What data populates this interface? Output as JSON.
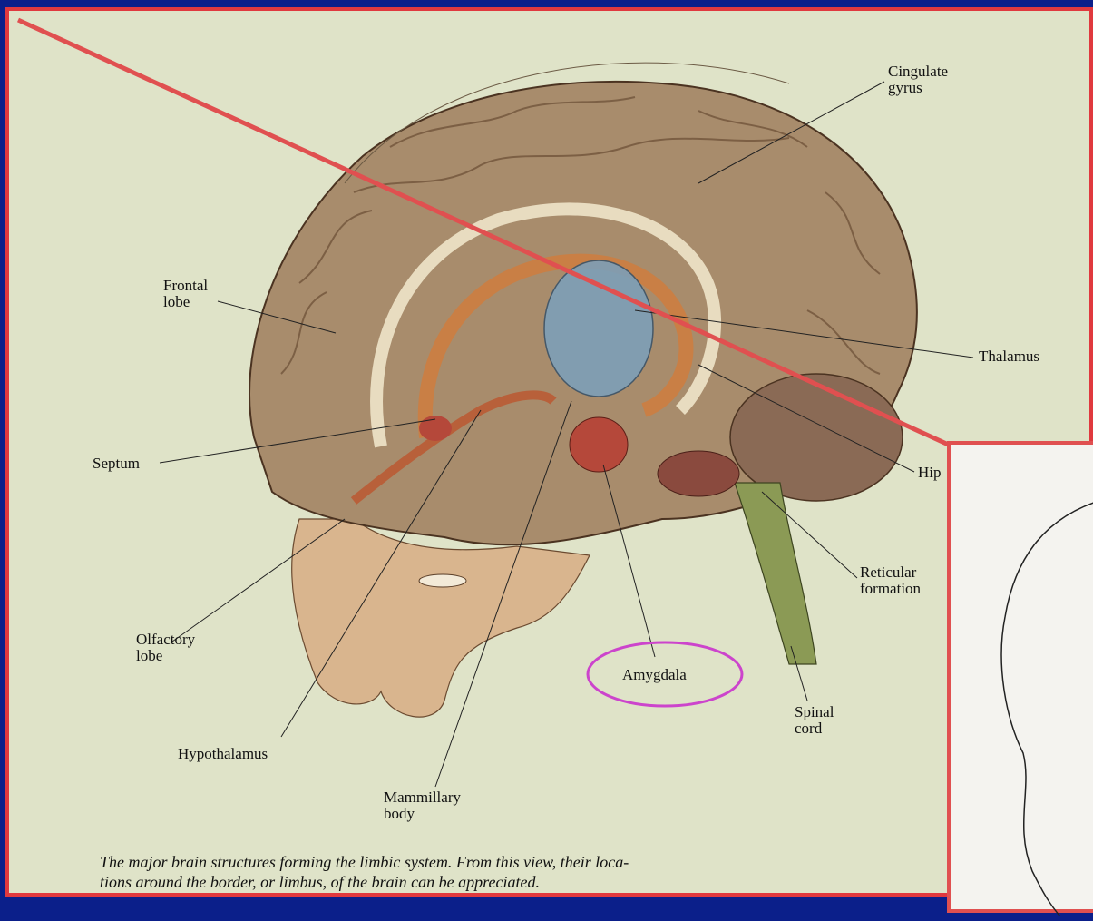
{
  "labels": {
    "cingulate_gyrus_line1": "Cingulate",
    "cingulate_gyrus_line2": "gyrus",
    "frontal_lobe_line1": "Frontal",
    "frontal_lobe_line2": "lobe",
    "thalamus": "Thalamus",
    "septum": "Septum",
    "hippocampus_partial": "Hip",
    "reticular_formation_line1": "Reticular",
    "reticular_formation_line2": "formation",
    "olfactory_lobe_line1": "Olfactory",
    "olfactory_lobe_line2": "lobe",
    "amygdala": "Amygdala",
    "spinal_cord_line1": "Spinal",
    "spinal_cord_line2": "cord",
    "hypothalamus": "Hypothalamus",
    "mammillary_body_line1": "Mammillary",
    "mammillary_body_line2": "body"
  },
  "caption": {
    "line1": "The major brain structures forming the limbic system. From this view, their loca-",
    "line2": "tions around the border, or limbus, of the brain can be appreciated."
  },
  "colors": {
    "background": "#0b1f8a",
    "frame_border": "#e0393e",
    "paper": "#dfe3c8",
    "amygdala_highlight": "#cc44cc",
    "amygdala_fill": "#b5483a",
    "brain_tone": "#a88c6c"
  }
}
